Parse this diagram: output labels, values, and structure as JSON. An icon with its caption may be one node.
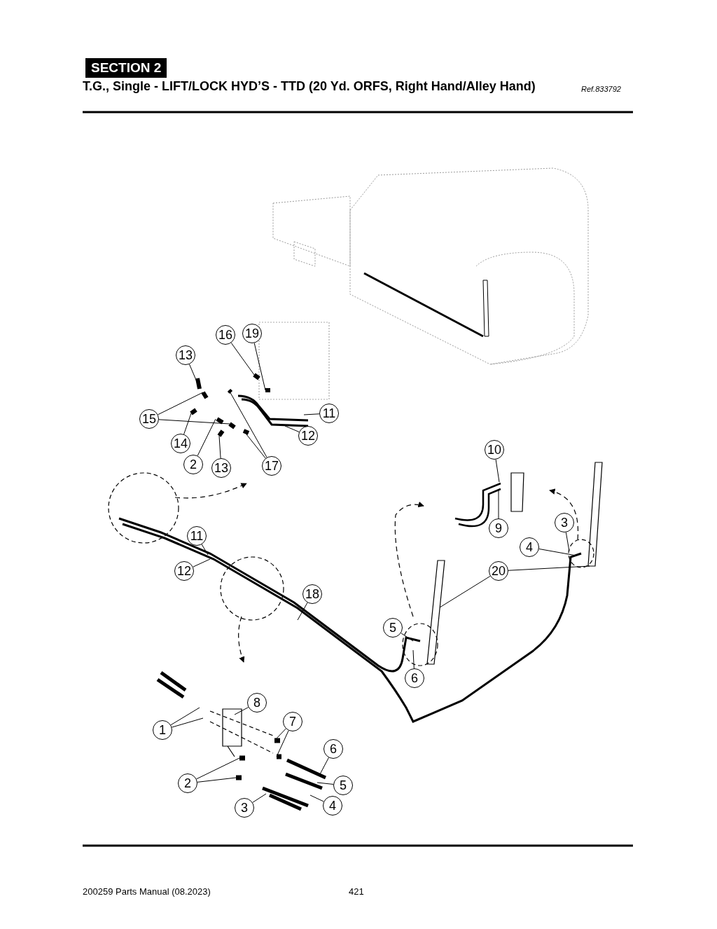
{
  "diagram": {
    "title": "T.G., Single - LIFT/LOCK HYD’S - TTD (20 Yd. ORFS, Right Hand/Alley Hand)",
    "nodes": [
      {
        "text": [
          "16"
        ]
      },
      {
        "text": [
          "19"
        ]
      },
      {
        "text": [
          "13"
        ]
      },
      {
        "text": [
          "11"
        ]
      },
      {
        "text": [
          "15"
        ]
      },
      {
        "text": [
          "12"
        ]
      },
      {
        "text": [
          "14"
        ]
      },
      {
        "text": [
          "2"
        ]
      },
      {
        "text": [
          "13"
        ]
      },
      {
        "text": [
          "17"
        ]
      },
      {
        "text": [
          "10"
        ]
      },
      {
        "text": [
          "9"
        ]
      },
      {
        "text": [
          "3"
        ]
      },
      {
        "text": [
          "11"
        ]
      },
      {
        "text": [
          "4"
        ]
      },
      {
        "text": [
          "20"
        ]
      },
      {
        "text": [
          "12"
        ]
      },
      {
        "text": [
          "18"
        ]
      },
      {
        "text": [
          "5"
        ]
      },
      {
        "text": [
          "6"
        ]
      },
      {
        "text": [
          "8"
        ]
      },
      {
        "text": [
          "7"
        ]
      },
      {
        "text": [
          "1"
        ]
      },
      {
        "text": [
          "6"
        ]
      },
      {
        "text": [
          "2"
        ]
      },
      {
        "text": [
          "5"
        ]
      },
      {
        "text": [
          "4"
        ]
      },
      {
        "text": [
          "3"
        ]
      }
    ],
    "edges": [
      {
        "from": 0,
        "to": null,
        "arrow": "none"
      },
      {
        "from": 1,
        "to": null,
        "arrow": "none"
      },
      {
        "from": 2,
        "to": null,
        "arrow": "none"
      },
      {
        "from": 3,
        "to": null,
        "arrow": "none"
      },
      {
        "from": 4,
        "to": null,
        "arrow": "none"
      },
      {
        "from": 4,
        "to": null,
        "arrow": "none"
      },
      {
        "from": 5,
        "to": null,
        "arrow": "none"
      },
      {
        "from": 6,
        "to": null,
        "arrow": "none"
      },
      {
        "from": 7,
        "to": null,
        "arrow": "none"
      },
      {
        "from": 8,
        "to": null,
        "arrow": "none"
      },
      {
        "from": 9,
        "to": null,
        "arrow": "none"
      },
      {
        "from": 9,
        "to": null,
        "arrow": "none"
      },
      {
        "from": 10,
        "to": null,
        "arrow": "none"
      },
      {
        "from": 11,
        "to": null,
        "arrow": "none"
      },
      {
        "from": 12,
        "to": null,
        "arrow": "none"
      },
      {
        "from": 13,
        "to": null,
        "arrow": "none"
      },
      {
        "from": 14,
        "to": null,
        "arrow": "none"
      },
      {
        "from": 15,
        "to": null,
        "arrow": "none"
      },
      {
        "from": 15,
        "to": null,
        "arrow": "none"
      },
      {
        "from": 16,
        "to": null,
        "arrow": "none"
      },
      {
        "from": 17,
        "to": null,
        "arrow": "none"
      },
      {
        "from": 18,
        "to": null,
        "arrow": "none"
      },
      {
        "from": 19,
        "to": null,
        "arrow": "none"
      },
      {
        "from": 20,
        "to": null,
        "arrow": "none"
      },
      {
        "from": 21,
        "to": null,
        "arrow": "none"
      },
      {
        "from": 21,
        "to": null,
        "arrow": "none"
      },
      {
        "from": 22,
        "to": null,
        "arrow": "none"
      },
      {
        "from": 22,
        "to": null,
        "arrow": "none"
      },
      {
        "from": 23,
        "to": null,
        "arrow": "none"
      },
      {
        "from": 24,
        "to": null,
        "arrow": "none"
      },
      {
        "from": 24,
        "to": null,
        "arrow": "none"
      },
      {
        "from": 25,
        "to": null,
        "arrow": "none"
      },
      {
        "from": 26,
        "to": null,
        "arrow": "none"
      },
      {
        "from": 27,
        "to": null,
        "arrow": "none"
      }
    ],
    "labels": [
      "SECTION 2",
      "Ref.833792",
      "200259 Parts Manual (08.2023)",
      "421"
    ]
  }
}
